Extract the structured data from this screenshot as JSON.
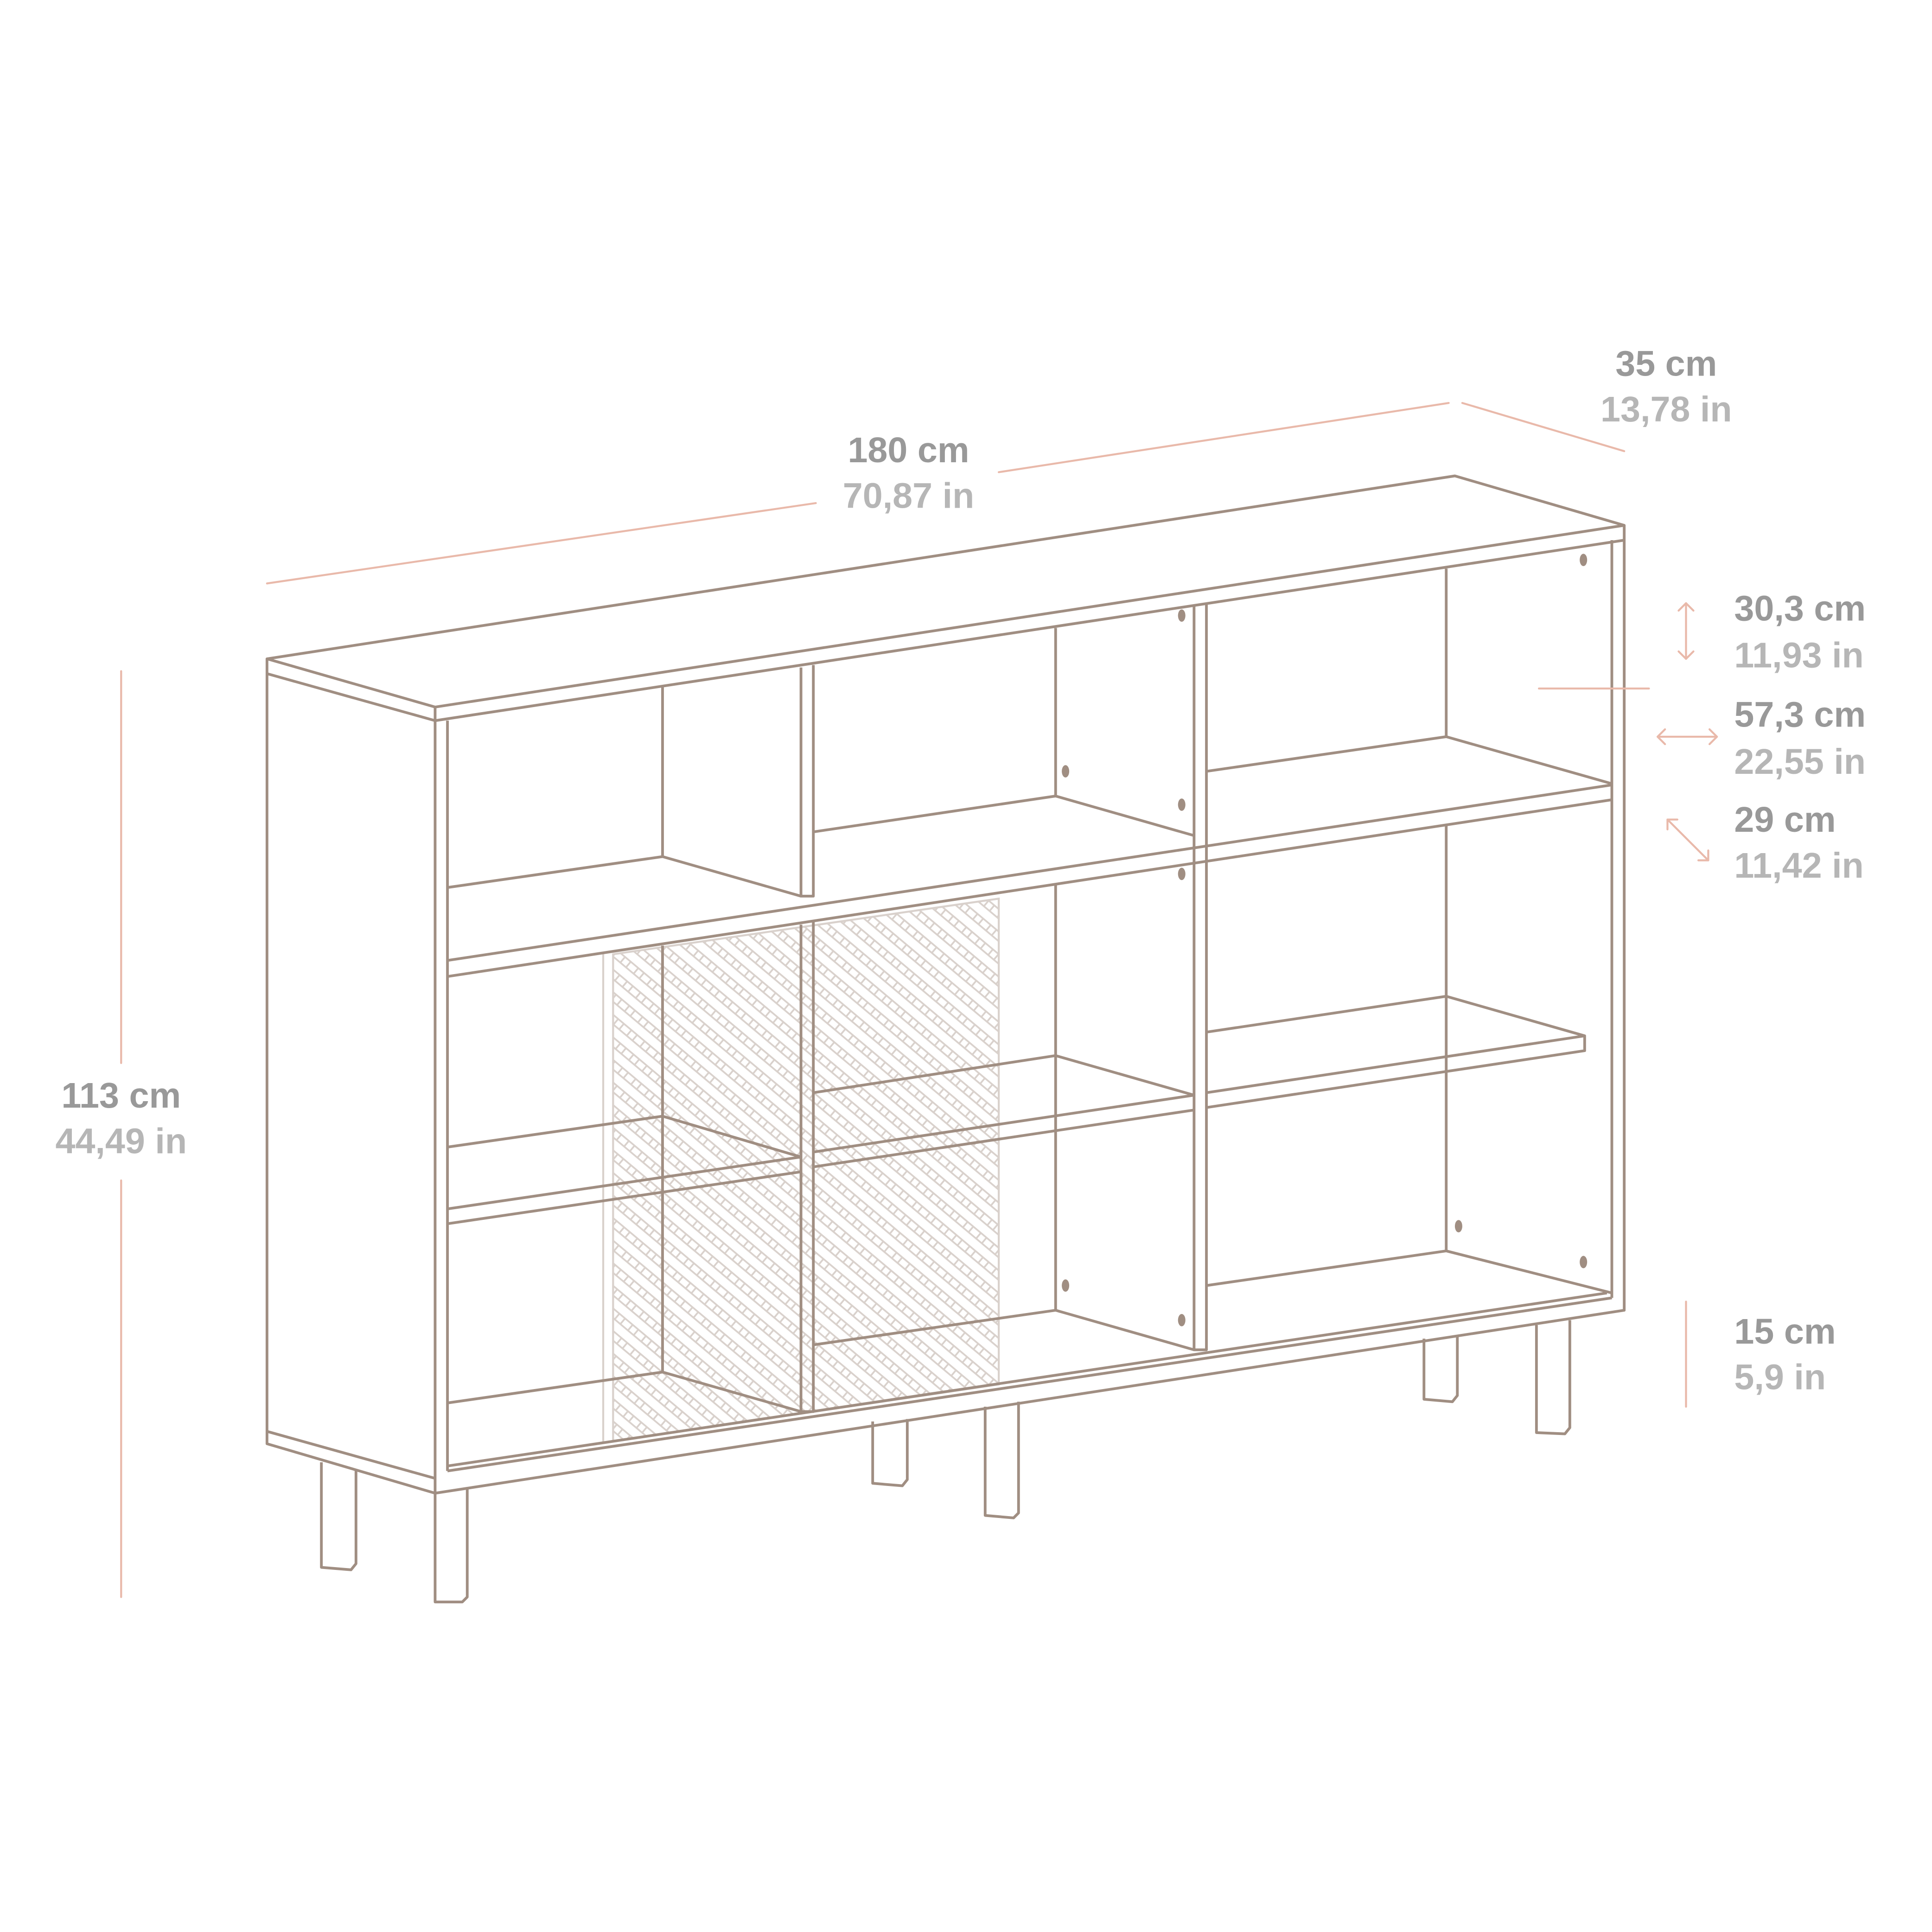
{
  "colors": {
    "outline": "#a08e82",
    "dimension_line": "#e9b9aa",
    "metric_text": "#999999",
    "imperial_text": "#b6b6b6",
    "mesh": "#d9d1cc"
  },
  "dimensions": {
    "width": {
      "cm": "180 cm",
      "in": "70,87 in"
    },
    "depth": {
      "cm": "35 cm",
      "in": "13,78 in"
    },
    "height": {
      "cm": "113 cm",
      "in": "44,49 in"
    },
    "cubby_height": {
      "cm": "30,3 cm",
      "in": "11,93 in",
      "icon": "vertical-double-arrow-icon"
    },
    "cubby_width": {
      "cm": "57,3 cm",
      "in": "22,55 in",
      "icon": "horizontal-double-arrow-icon"
    },
    "cubby_depth": {
      "cm": "29 cm",
      "in": "11,42 in",
      "icon": "diagonal-double-arrow-icon"
    },
    "leg_height": {
      "cm": "15 cm",
      "in": "5,9 in"
    }
  }
}
